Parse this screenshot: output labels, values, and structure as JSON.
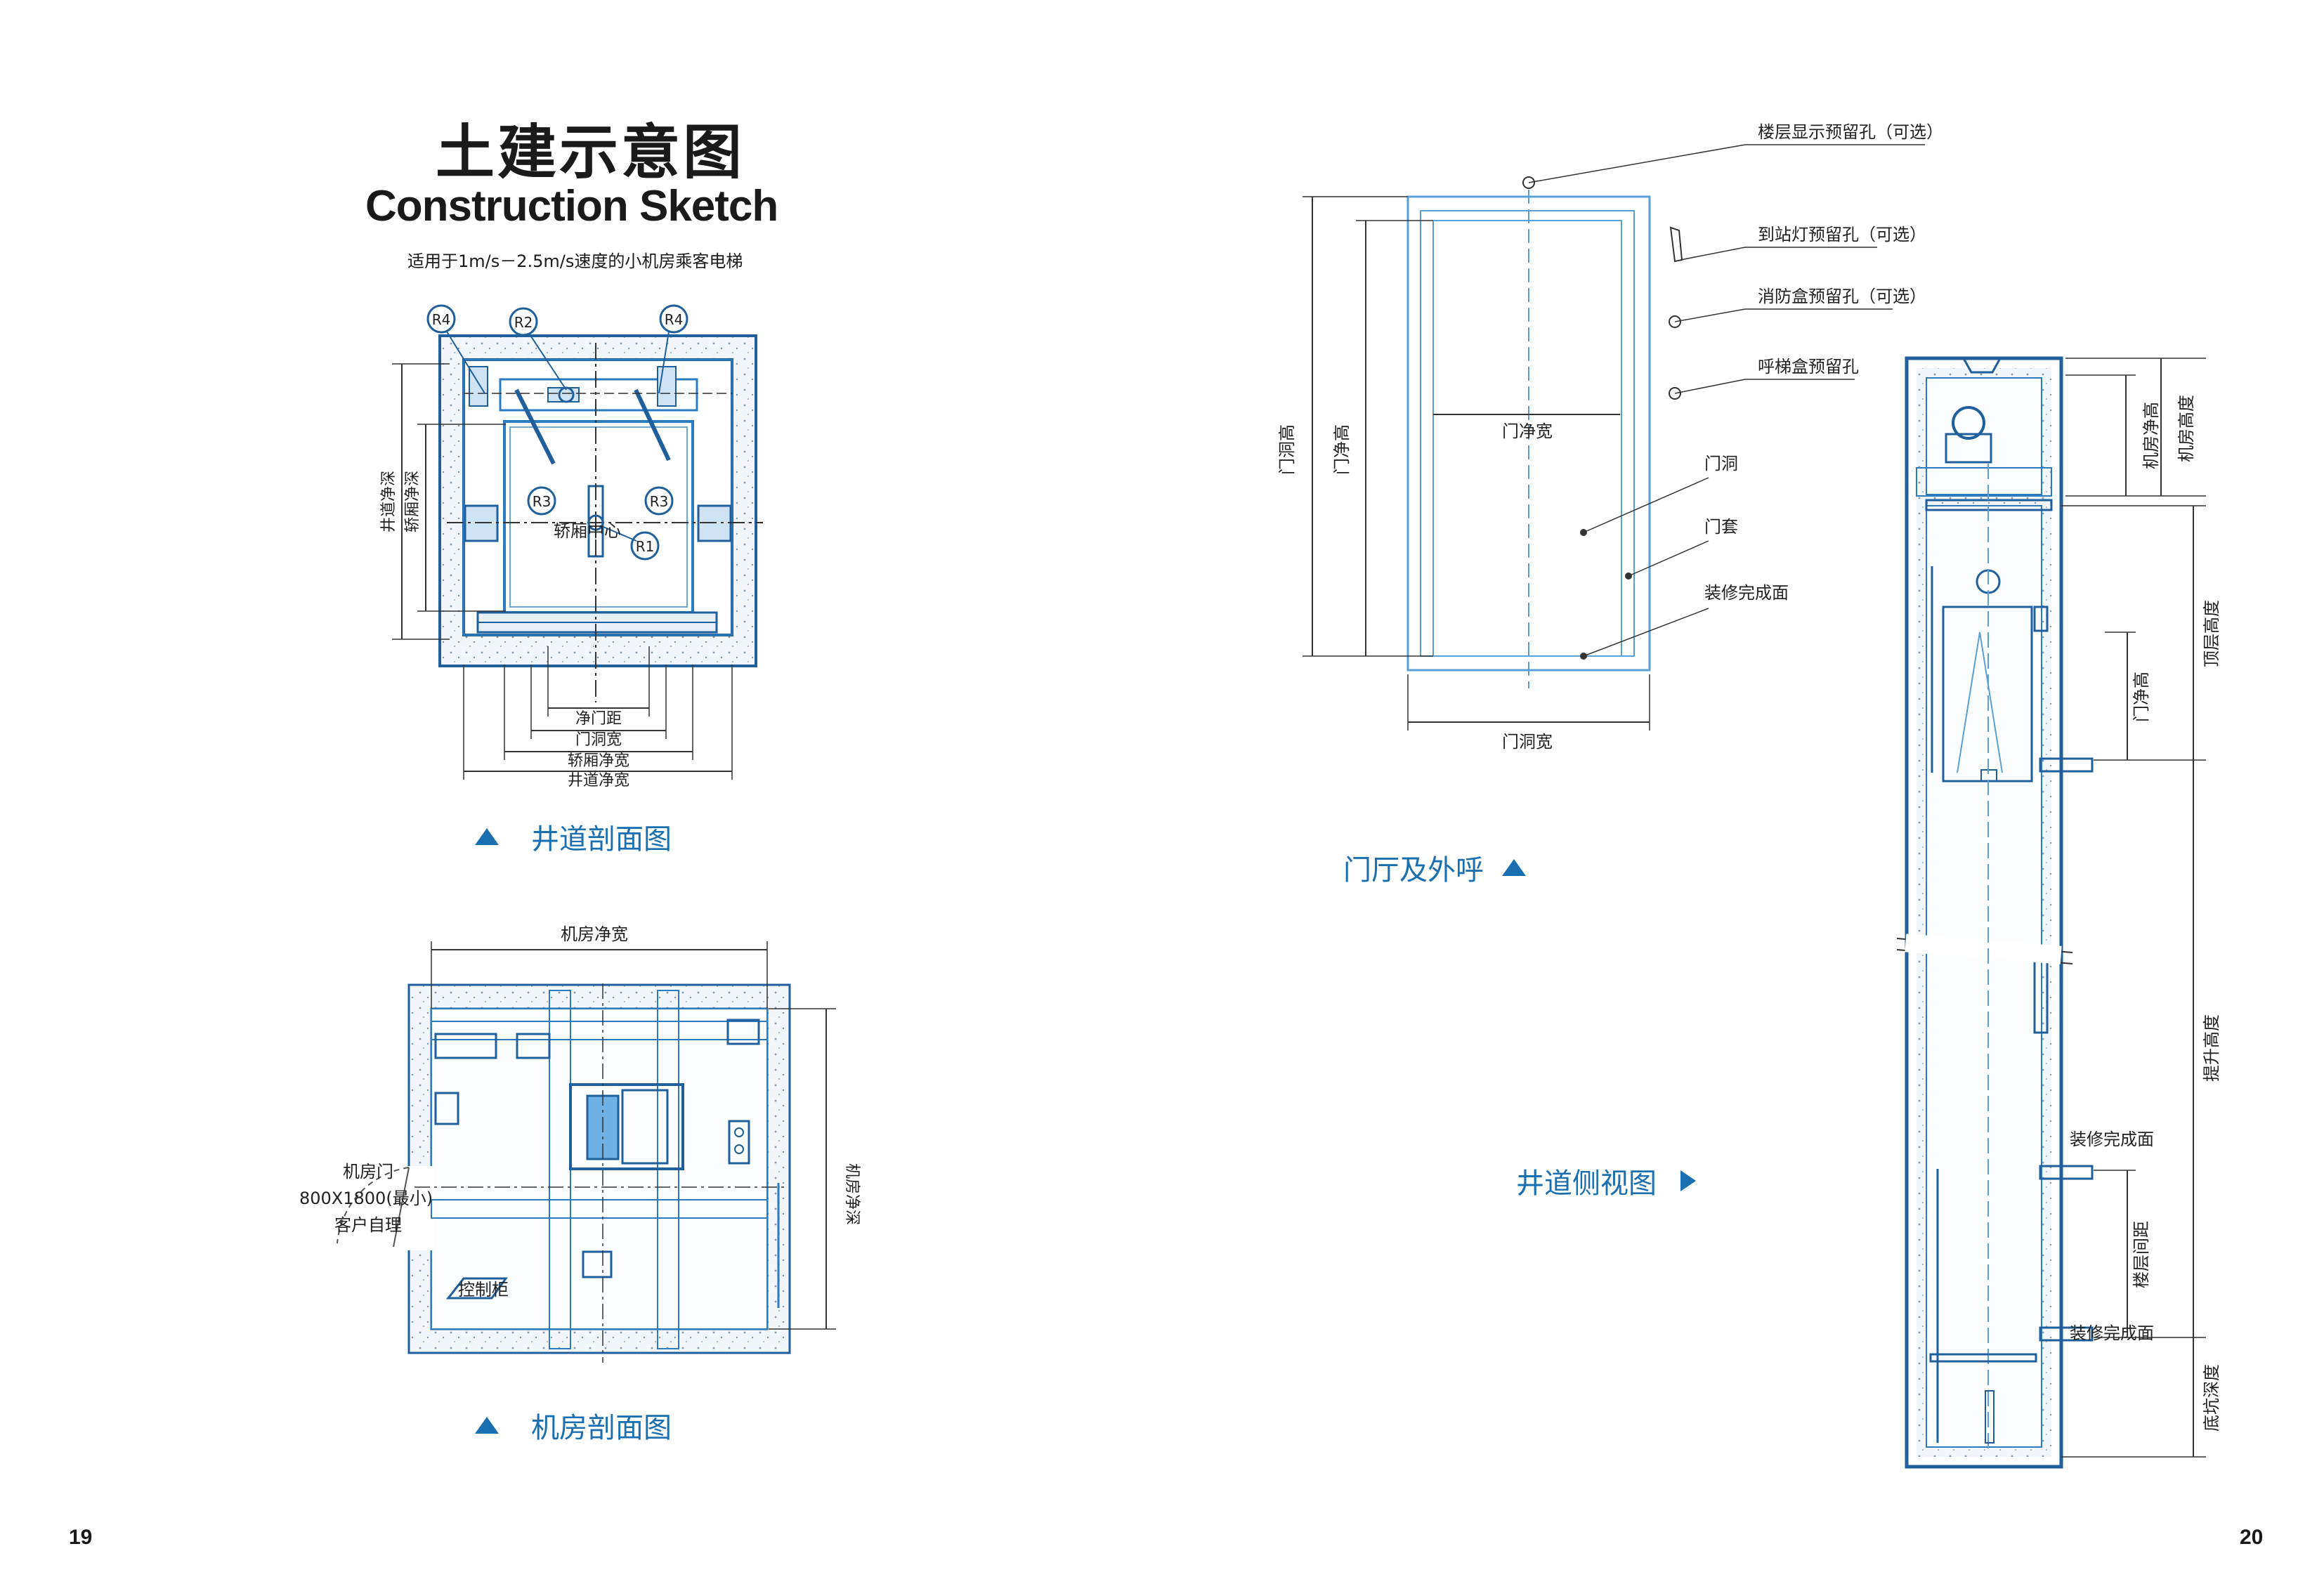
{
  "header": {
    "title_cn": "土建示意图",
    "title_en": "Construction Sketch",
    "subtitle": "适用于1m/s－2.5m/s速度的小机房乘客电梯"
  },
  "shaft_plan": {
    "caption": "井道剖面图",
    "tags": [
      "R4",
      "R2",
      "R4",
      "R3",
      "R3",
      "R1"
    ],
    "car_center": "轿厢中心",
    "dim_depth_shaft": "井道净深",
    "dim_depth_car": "轿厢净深",
    "dims_bottom": [
      "净门距",
      "门洞宽",
      "轿厢净宽",
      "井道净宽"
    ]
  },
  "machine_room": {
    "caption": "机房剖面图",
    "width_label": "机房净宽",
    "depth_label": "机房净深",
    "door_label": "机房门",
    "door_size": "800X1800(最小)",
    "door_owner": "客户自理",
    "control_cabinet": "控制柜"
  },
  "hall": {
    "caption": "门厅及外呼",
    "callouts": [
      "楼层显示预留孔（可选）",
      "到站灯预留孔（可选）",
      "消防盒预留孔（可选）",
      "呼梯盒预留孔"
    ],
    "opening_labels": [
      "门洞",
      "门套",
      "装修完成面"
    ],
    "clear_width": "门净宽",
    "opening_width": "门洞宽",
    "opening_height": "门洞高",
    "clear_height": "门净高"
  },
  "shaft_side": {
    "caption": "井道侧视图",
    "right_dims": [
      "机房净高",
      "机房高度",
      "顶层高度",
      "提升高度",
      "底坑深度"
    ],
    "door_clear_height": "门净高",
    "floor_spacing": "楼层间距",
    "finish_surface": [
      "装修完成面",
      "装修完成面"
    ]
  },
  "pages": {
    "left": "19",
    "right": "20"
  }
}
